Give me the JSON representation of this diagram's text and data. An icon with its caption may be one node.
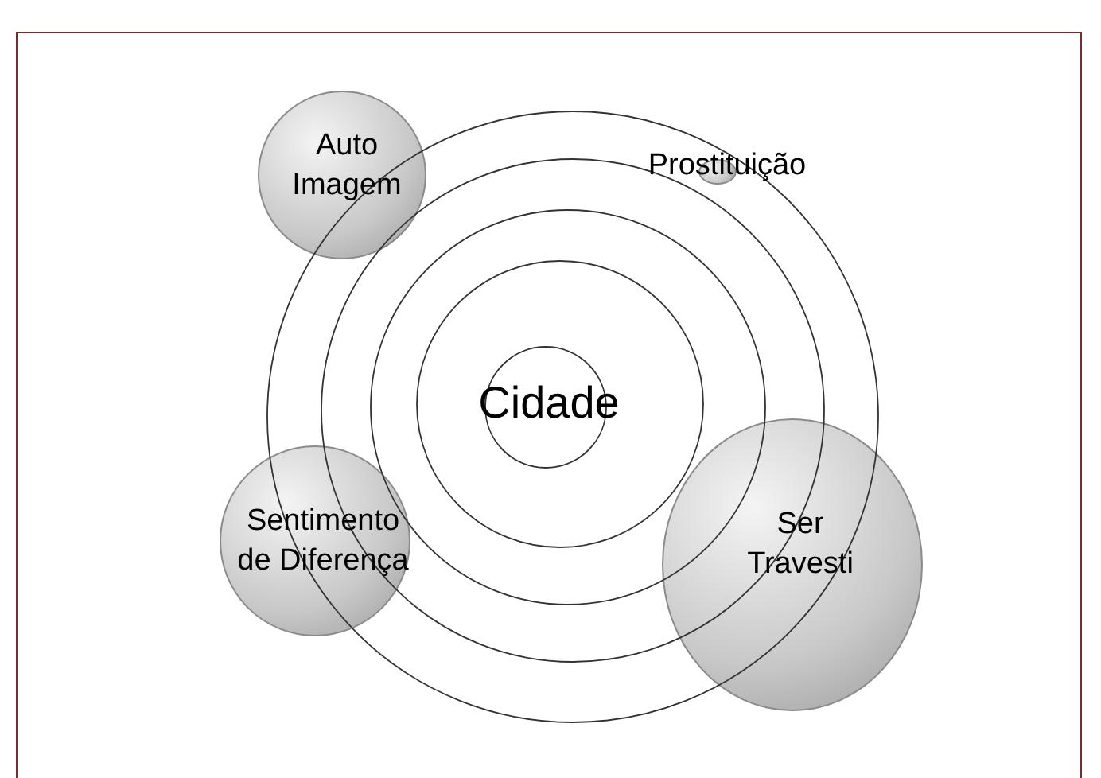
{
  "diagram": {
    "nodes": [
      {
        "text": [
          "Auto Imagem"
        ]
      },
      {
        "text": [
          "Prostituição"
        ]
      },
      {
        "text": [
          "Cidade"
        ]
      },
      {
        "text": [
          "Sentimento de Diferença"
        ]
      },
      {
        "text": [
          "Ser Travesti"
        ]
      }
    ],
    "edges": []
  }
}
